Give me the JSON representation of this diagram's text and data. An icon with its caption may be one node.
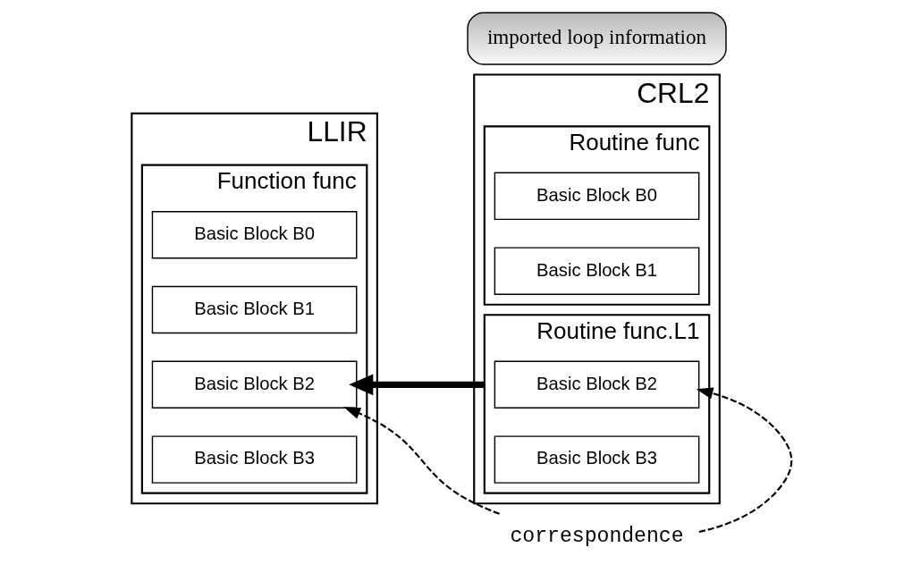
{
  "diagram": {
    "nodes": [
      {
        "text": [
          "LLIR"
        ]
      },
      {
        "text": [
          "Function func"
        ],
        "in": 0
      },
      {
        "text": [
          "Basic Block B0"
        ],
        "in": 1
      },
      {
        "text": [
          "Basic Block B1"
        ],
        "in": 1
      },
      {
        "text": [
          "Basic Block B2"
        ],
        "in": 1
      },
      {
        "text": [
          "Basic Block B3"
        ],
        "in": 1
      },
      {
        "text": [
          "imported loop information"
        ]
      },
      {
        "text": [
          "CRL2"
        ]
      },
      {
        "text": [
          "Routine func"
        ],
        "in": 7
      },
      {
        "text": [
          "Basic Block B0"
        ],
        "in": 8
      },
      {
        "text": [
          "Basic Block B1"
        ],
        "in": 8
      },
      {
        "text": [
          "Routine func.L1"
        ],
        "in": 7
      },
      {
        "text": [
          "Basic Block B2"
        ],
        "in": 11
      },
      {
        "text": [
          "Basic Block B3"
        ],
        "in": 11
      },
      {
        "text": [
          "correspondence"
        ]
      }
    ],
    "edges": [
      {
        "from": 11,
        "to": 4,
        "arrow": "to",
        "style": "thick"
      },
      {
        "from": 14,
        "to": 4,
        "arrow": "to",
        "style": "dashed"
      },
      {
        "from": 14,
        "to": 12,
        "arrow": "to",
        "style": "dashed"
      }
    ]
  }
}
